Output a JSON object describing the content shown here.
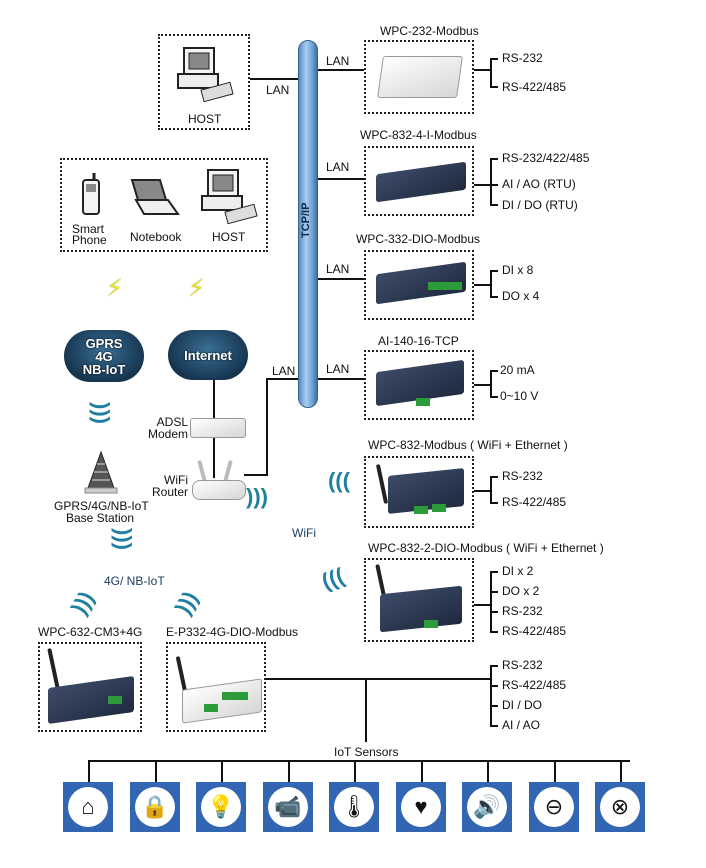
{
  "backbone": {
    "label": "TCP/IP",
    "color": "#7aaee0"
  },
  "links": {
    "lan": "LAN",
    "wifi": "WiFi",
    "cellular": "4G/ NB-IoT"
  },
  "host_top": {
    "label": "HOST"
  },
  "clients": [
    {
      "label_line1": "Smart",
      "label_line2": "Phone",
      "icon": "smartphone-icon"
    },
    {
      "label_line1": "Notebook",
      "label_line2": "",
      "icon": "laptop-icon"
    },
    {
      "label_line1": "HOST",
      "label_line2": "",
      "icon": "desktop-computer-icon"
    }
  ],
  "clouds": [
    {
      "line1": "GPRS",
      "line2": "4G",
      "line3": "NB-IoT"
    },
    {
      "line1": "Internet"
    }
  ],
  "network_devices": {
    "modem": {
      "line1": "ADSL",
      "line2": "Modem"
    },
    "router": {
      "line1": "WiFi",
      "line2": "Router"
    },
    "base_station": {
      "line1": "GPRS/4G/NB-IoT",
      "line2": "Base Station"
    }
  },
  "products": [
    {
      "name": "WPC-232-Modbus",
      "interfaces": [
        "RS-232",
        "RS-422/485"
      ]
    },
    {
      "name": "WPC-832-4-I-Modbus",
      "interfaces": [
        "RS-232/422/485",
        "AI / AO (RTU)",
        "DI / DO (RTU)"
      ]
    },
    {
      "name": "WPC-332-DIO-Modbus",
      "interfaces": [
        "DI x 8",
        "DO x 4"
      ]
    },
    {
      "name": "AI-140-16-TCP",
      "interfaces": [
        "20 mA",
        "0~10 V"
      ]
    },
    {
      "name": "WPC-832-Modbus ( WiFi + Ethernet )",
      "interfaces": [
        "RS-232",
        "RS-422/485"
      ]
    },
    {
      "name": "WPC-832-2-DIO-Modbus ( WiFi + Ethernet )",
      "interfaces": [
        "DI x 2",
        "DO x 2",
        "RS-232",
        "RS-422/485"
      ]
    }
  ],
  "cellular_products": [
    {
      "name": "WPC-632-CM3+4G"
    },
    {
      "name": "E-P332-4G-DIO-Modbus"
    }
  ],
  "cellular_interfaces": [
    "RS-232",
    "RS-422/485",
    "DI / DO",
    "AI / AO"
  ],
  "iot": {
    "label": "IoT Sensors",
    "tile_color": "#3366b2",
    "sensors": [
      {
        "icon": "home-icon",
        "glyph": "⌂"
      },
      {
        "icon": "padlock-icon",
        "glyph": "🔒"
      },
      {
        "icon": "light-bulb-icon",
        "glyph": "💡"
      },
      {
        "icon": "security-camera-icon",
        "glyph": "📹"
      },
      {
        "icon": "thermometer-icon",
        "glyph": "🌡"
      },
      {
        "icon": "heart-rate-icon",
        "glyph": "♥"
      },
      {
        "icon": "speaker-icon",
        "glyph": "🔊"
      },
      {
        "icon": "meter-icon",
        "glyph": "⊖"
      },
      {
        "icon": "fan-icon",
        "glyph": "⊗"
      }
    ]
  }
}
